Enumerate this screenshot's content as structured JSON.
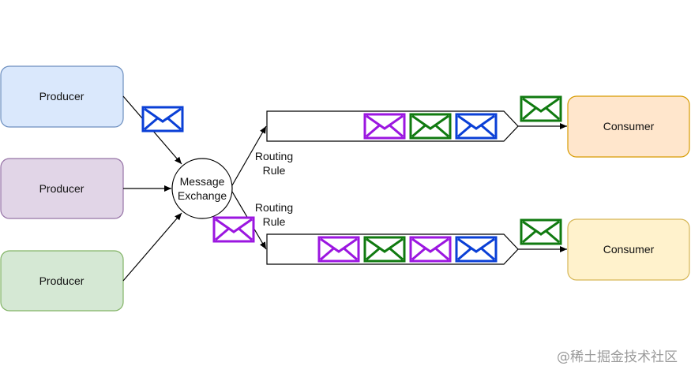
{
  "producers": [
    {
      "label": "Producer",
      "fill": "#dae8fc",
      "stroke": "#6c8ebf"
    },
    {
      "label": "Producer",
      "fill": "#e1d5e7",
      "stroke": "#9673a6"
    },
    {
      "label": "Producer",
      "fill": "#d5e8d4",
      "stroke": "#82b366"
    }
  ],
  "exchange": {
    "line1": "Message",
    "line2": "Exchange"
  },
  "routing_rules": [
    {
      "line1": "Routing",
      "line2": "Rule"
    },
    {
      "line1": "Routing",
      "line2": "Rule"
    }
  ],
  "consumers": [
    {
      "label": "Consumer",
      "fill": "#ffe6cc",
      "stroke": "#d79b00"
    },
    {
      "label": "Consumer",
      "fill": "#fff2cc",
      "stroke": "#d6b656"
    }
  ],
  "message_colors": {
    "blue": "#0a3fd6",
    "purple": "#9b16e0",
    "green": "#107a10"
  },
  "queues": [
    {
      "messages": [
        "purple",
        "green",
        "blue"
      ]
    },
    {
      "messages": [
        "purple",
        "green",
        "purple",
        "blue"
      ]
    }
  ],
  "watermark": "@稀土掘金技术社区"
}
